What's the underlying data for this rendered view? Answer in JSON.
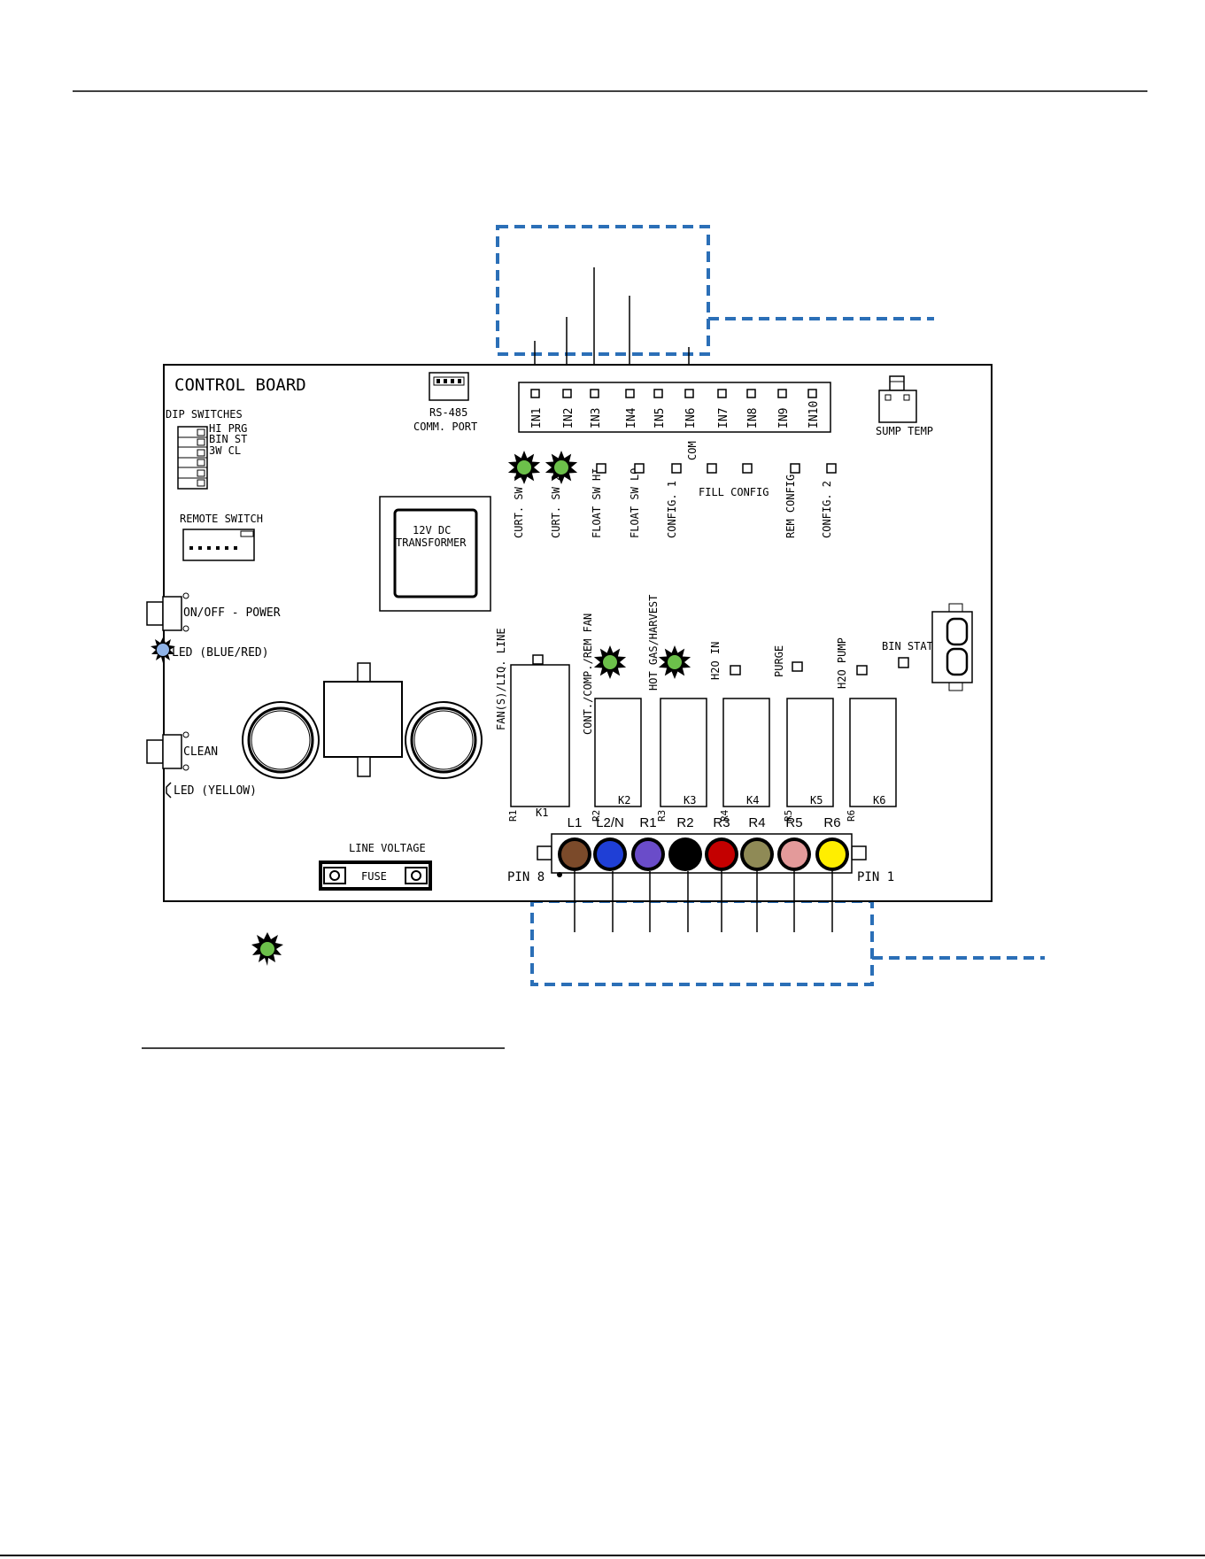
{
  "board": {
    "title": "CONTROL BOARD",
    "dip": {
      "title": "DIP SWITCHES",
      "switches": [
        "HI PRG",
        "BIN ST",
        "3W CL"
      ]
    },
    "rs485": {
      "line1": "RS-485",
      "line2": "COMM. PORT"
    },
    "sump_temp": "SUMP TEMP",
    "remote_switch": "REMOTE SWITCH",
    "transformer": {
      "line1": "12V DC",
      "line2": "TRANSFORMER"
    },
    "power_switch": "ON/OFF - POWER",
    "power_led": "LED (BLUE/RED)",
    "clean_switch": "CLEAN",
    "clean_led": "LED (YELLOW)",
    "line_voltage": "LINE VOLTAGE",
    "fuse": "FUSE",
    "bin_stat": "BIN STAT",
    "fill_config": "FILL CONFIG",
    "com": "COM"
  },
  "inputs": [
    "IN1",
    "IN2",
    "IN3",
    "IN4",
    "IN5",
    "IN6",
    "IN7",
    "IN8",
    "IN9",
    "IN10"
  ],
  "input_functions": [
    "CURT. SW 1",
    "CURT. SW 2",
    "FLOAT SW HI",
    "FLOAT SW LO",
    "CONFIG. 1",
    "REM CONFIG",
    "CONFIG. 2"
  ],
  "relays": [
    {
      "name": "FAN(S)/LIQ. LINE",
      "r": "R1",
      "k": "K1"
    },
    {
      "name": "CONT./COMP./REM FAN",
      "r": "R2",
      "k": "K2"
    },
    {
      "name": "HOT GAS/HARVEST",
      "r": "R3",
      "k": "K3"
    },
    {
      "name": "H2O IN",
      "r": "R4",
      "k": "K4"
    },
    {
      "name": "PURGE",
      "r": "R5",
      "k": "K5"
    },
    {
      "name": "H2O PUMP",
      "r": "R6",
      "k": "K6"
    }
  ],
  "terminals": {
    "labels": [
      "L1",
      "L2/N",
      "R1",
      "R2",
      "R3",
      "R4",
      "R5",
      "R6"
    ],
    "colors": [
      "#7b4a2a",
      "#1f3fd6",
      "#6a4cc9",
      "#000000",
      "#c40000",
      "#8f8a56",
      "#e39a9a",
      "#ffee00"
    ],
    "pin_left": "PIN 8",
    "pin_right": "PIN 1"
  },
  "colors": {
    "callout": "#2b6fb7",
    "led_green": "#6cc04a",
    "led_blue": "#8fb3e8"
  }
}
